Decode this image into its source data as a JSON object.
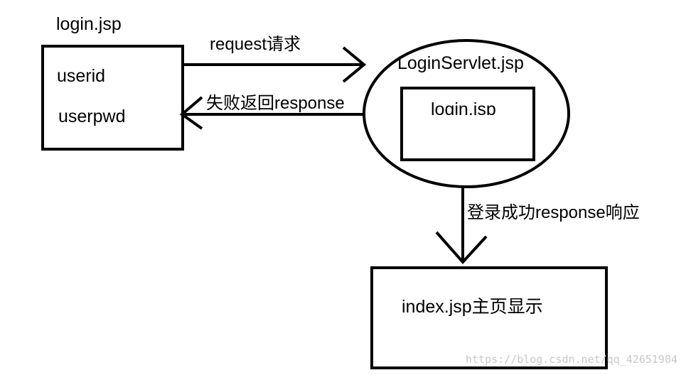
{
  "diagram": {
    "login_page": {
      "title": "login.jsp",
      "field_userid": "userid",
      "field_userpwd": "userpwd"
    },
    "servlet": {
      "title": "LoginServlet.jsp",
      "inner_box": "login.jsp"
    },
    "index_page": {
      "label": "index.jsp主页显示"
    },
    "edges": {
      "request": "request请求",
      "fail_response": "失败返回response",
      "success_response": "登录成功response响应"
    },
    "colors": {
      "stroke": "#000000",
      "background": "#ffffff",
      "watermark": "#c8c8c8"
    }
  },
  "watermark": "https://blog.csdn.net/qq_42651904"
}
